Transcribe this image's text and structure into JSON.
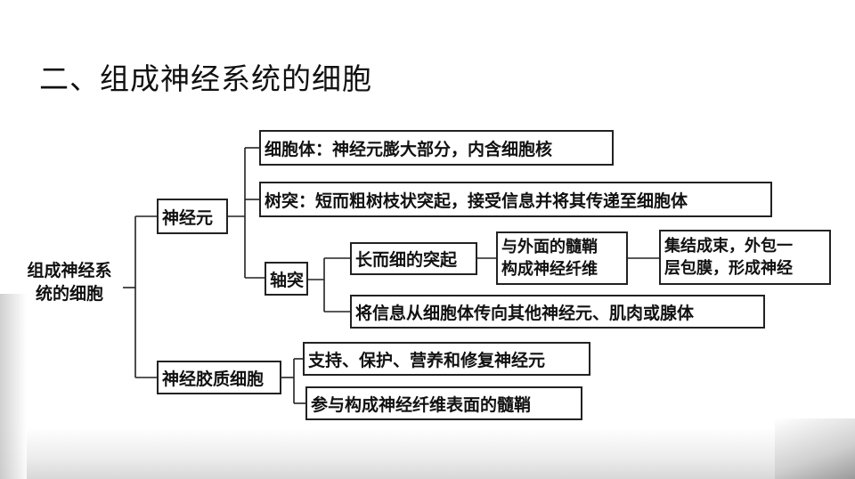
{
  "title": "二、组成神经系统的细胞",
  "root": {
    "line1": "组成神经系",
    "line2": "统的细胞"
  },
  "neuron": {
    "label": "神经元",
    "cell_body": "细胞体：神经元膨大部分，内含细胞核",
    "dendrite": "树突：短而粗树枝状突起，接受信息并将其传递至细胞体",
    "axon": {
      "label": "轴突",
      "long_process": "长而细的突起",
      "fiber": {
        "line1": "与外面的髓鞘",
        "line2": "构成神经纤维"
      },
      "nerve": {
        "line1": "集结成束，外包一",
        "line2": "层包膜，形成神经"
      },
      "transmit": "将信息从细胞体传向其他神经元、肌肉或腺体"
    }
  },
  "glia": {
    "label": "神经胶质细胞",
    "func1": "支持、保护、营养和修复神经元",
    "func2": "参与构成神经纤维表面的髓鞘"
  }
}
